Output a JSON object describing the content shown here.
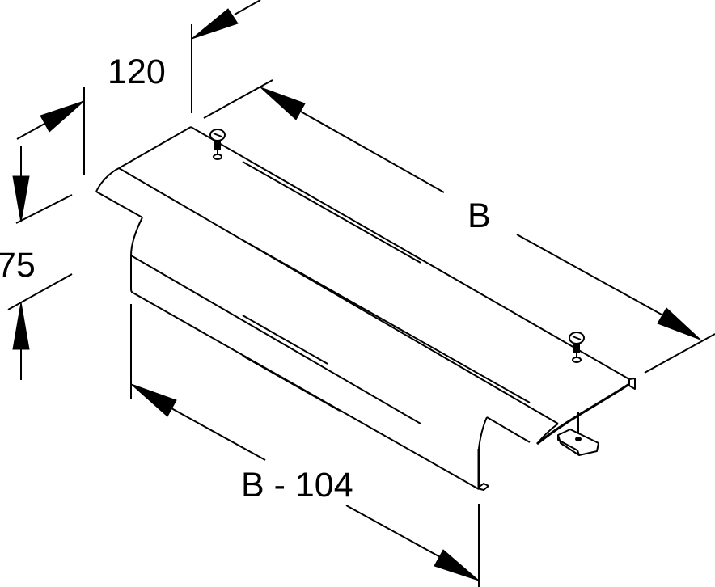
{
  "drawing": {
    "type": "isometric technical drawing",
    "subject": "cable tray cover / bridge piece with two screws and a clamp plate",
    "colors": {
      "line": "#000000",
      "background": "#ffffff"
    }
  },
  "dimensions": {
    "depth": {
      "label": "120",
      "position": "top-left"
    },
    "height": {
      "label": "75",
      "position": "left"
    },
    "width": {
      "label": "B",
      "position": "top-right"
    },
    "length": {
      "label": "B - 104",
      "position": "bottom"
    }
  },
  "parts": [
    {
      "name": "cover-body",
      "description": "curved channel cover"
    },
    {
      "name": "screw-1",
      "description": "screw with washer, rear-left"
    },
    {
      "name": "screw-2",
      "description": "screw with washer, rear-right"
    },
    {
      "name": "clamp-plate",
      "description": "rectangular clamp plate at front-right"
    }
  ]
}
